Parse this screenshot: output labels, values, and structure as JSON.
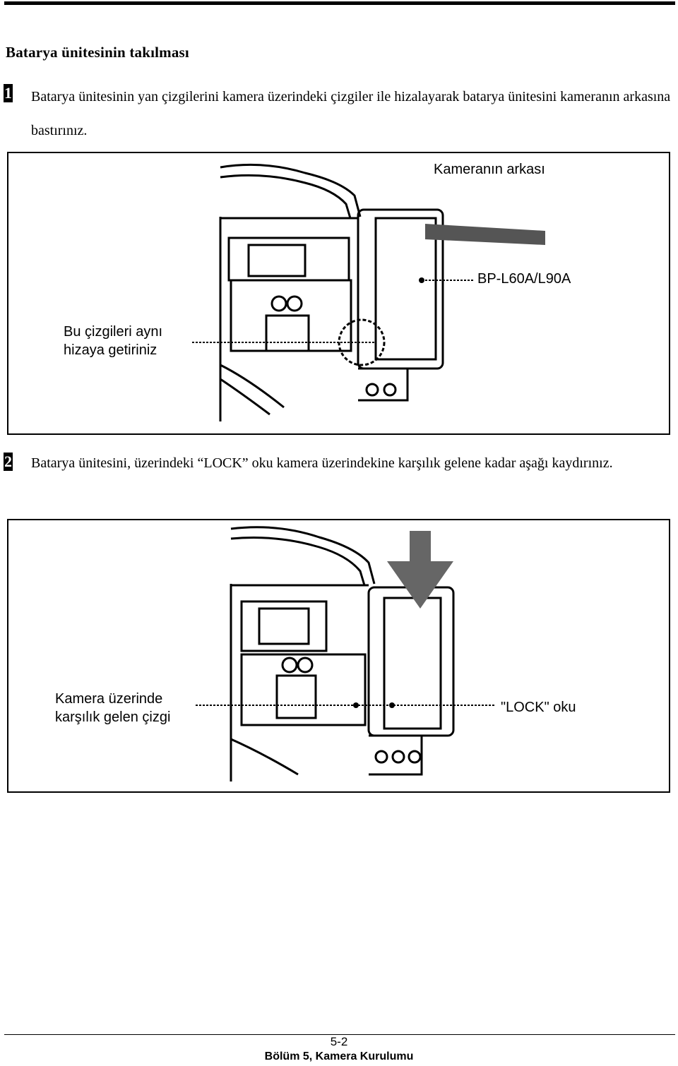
{
  "page": {
    "heading": "Batarya ünitesinin takılması"
  },
  "steps": [
    {
      "number": "1",
      "text": "Batarya ünitesinin yan çizgilerini kamera üzerindeki çizgiler ile hizalayarak batarya ünitesini kameranın arkasına bastırınız."
    },
    {
      "number": "2",
      "text": "Batarya ünitesini, üzerindeki “LOCK” oku kamera üzerindekine karşılık gelene kadar aşağı kaydırınız."
    }
  ],
  "figure1": {
    "label_rear": "Kameranın arkası",
    "label_battery": "BP-L60A/L90A",
    "label_align": "Bu çizgileri aynı\nhizaya getiriniz"
  },
  "figure2": {
    "label_camera_line": "Kamera üzerinde\nkarşılık gelen çizgi",
    "label_lock": "\"LOCK\" oku"
  },
  "footer": {
    "page_number": "5-2",
    "chapter": "Bölüm 5, Kamera Kurulumu"
  }
}
